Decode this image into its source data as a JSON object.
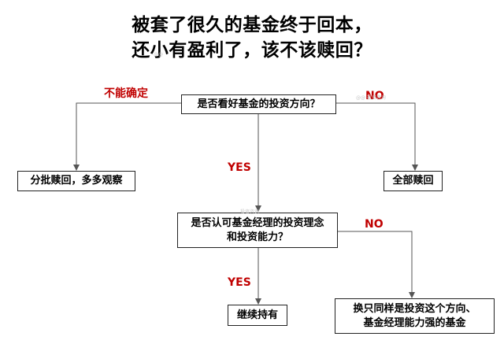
{
  "title": {
    "line1": "被套了很久的基金终于回本，",
    "line2": "还小有盈利了，该不该赎回？"
  },
  "nodes": {
    "q1": "是否看好基金的投资方向？",
    "left_action": "分批赎回，多多观察",
    "right_action": "全部赎回",
    "q2_line1": "是否认可基金经理的投资理念",
    "q2_line2": "和投资能力？",
    "hold": "继续持有",
    "switch_line1": "换只同样是投资这个方向、",
    "switch_line2": "基金经理能力强的基金"
  },
  "edges": {
    "unsure": "不能确定",
    "no_1": "NO",
    "yes_1": "YES",
    "no_2": "NO",
    "yes_2": "YES"
  },
  "colors": {
    "label_red": "#c00000",
    "line": "#555555",
    "text": "#000000"
  }
}
